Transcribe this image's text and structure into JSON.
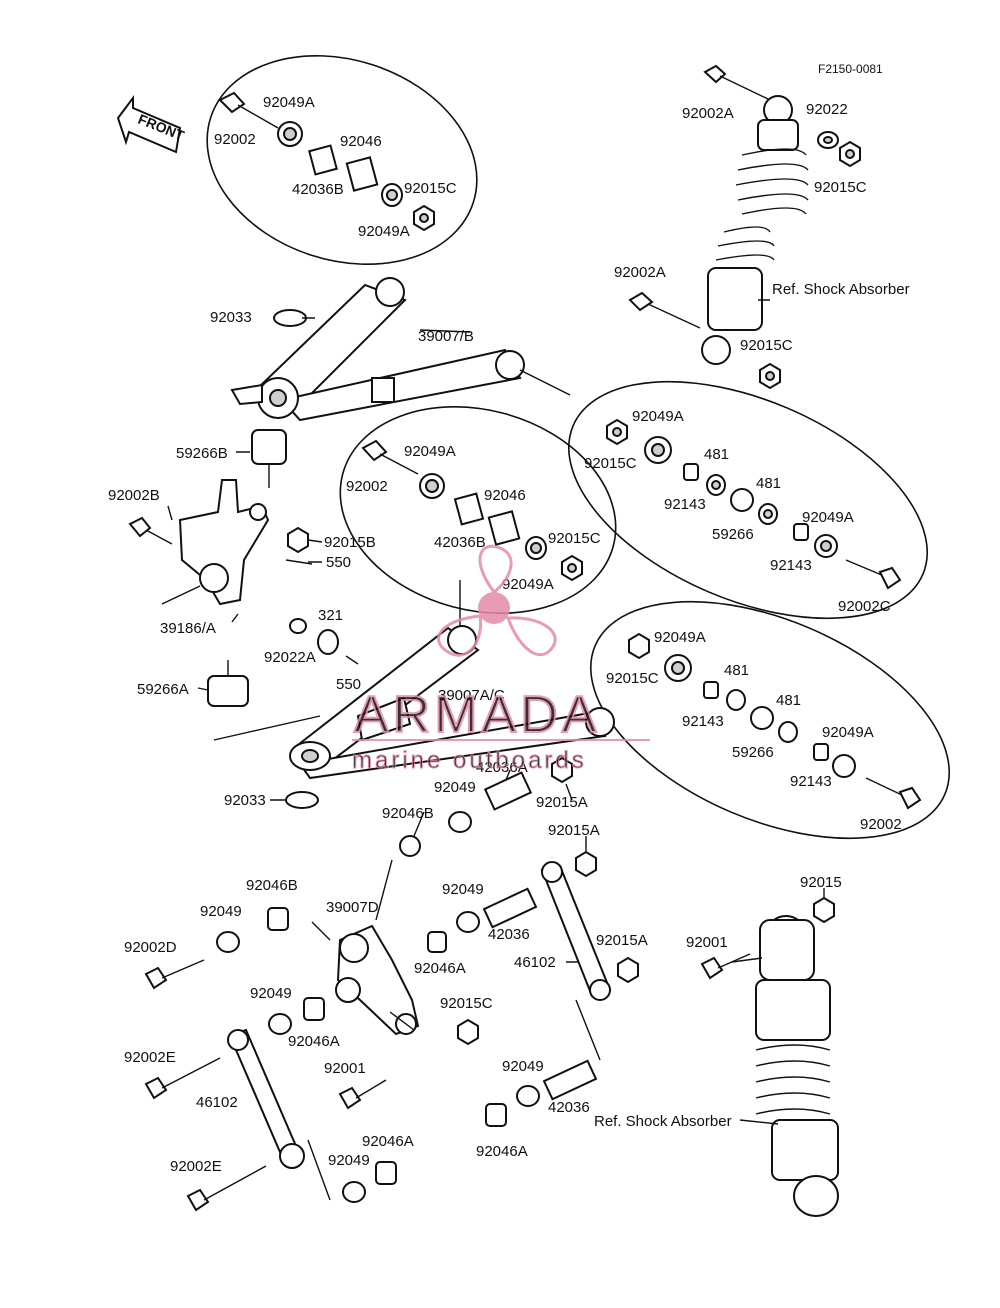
{
  "diagram_code": "F2150-0081",
  "front_arrow_text": "FRONT",
  "labels": {
    "l92049A_a": "92049A",
    "l92002_a": "92002",
    "l92046_a": "92046",
    "l42036B_a": "42036B",
    "l92015C_a": "92015C",
    "l92049A_b": "92049A",
    "l92002A_a": "92002A",
    "l92022_a": "92022",
    "l92015C_b": "92015C",
    "l92002A_b": "92002A",
    "refShock_a": "Ref. Shock Absorber",
    "l92015C_c": "92015C",
    "l92033_a": "92033",
    "l39007B": "39007/B",
    "l92049A_c": "92049A",
    "l92015C_d": "92015C",
    "l481_a": "481",
    "l92143_a": "92143",
    "l481_b": "481",
    "l59266_a": "59266",
    "l92049A_d": "92049A",
    "l92143_b": "92143",
    "l92002C": "92002C",
    "l59266B": "59266B",
    "l92002B": "92002B",
    "l92049A_e": "92049A",
    "l92002_b": "92002",
    "l92046_b": "92046",
    "l42036B_b": "42036B",
    "l92015C_e": "92015C",
    "l92049A_f": "92049A",
    "l92015B": "92015B",
    "l550_a": "550",
    "l39186A": "39186/A",
    "l321": "321",
    "l92022A": "92022A",
    "l550_b": "550",
    "l59266A": "59266A",
    "l39007AC": "39007A/C",
    "l92049A_g": "92049A",
    "l92015C_f": "92015C",
    "l481_c": "481",
    "l92143_c": "92143",
    "l481_d": "481",
    "l59266_b": "59266",
    "l92049A_h": "92049A",
    "l92143_d": "92143",
    "l92002_c": "92002",
    "l92033_b": "92033",
    "l42036A": "42036A",
    "l92049_a": "92049",
    "l92015A_a": "92015A",
    "l92046B_a": "92046B",
    "l92015A_b": "92015A",
    "l92046B_b": "92046B",
    "l39007D": "39007D",
    "l92049_b": "92049",
    "l92049_c": "92049",
    "l42036_a": "42036",
    "l92046A_a": "92046A",
    "l92015A_c": "92015A",
    "l92015_a": "92015",
    "l92002D": "92002D",
    "l46102_a": "46102",
    "l92001_a": "92001",
    "l92049_d": "92049",
    "l92046A_b": "92046A",
    "l92015C_g": "92015C",
    "l92002E_a": "92002E",
    "l92001_b": "92001",
    "l92049_e": "92049",
    "l42036_b": "42036",
    "l46102_b": "46102",
    "refShock_b": "Ref. Shock Absorber",
    "l92046A_c": "92046A",
    "l92046A_d": "92046A",
    "l92049_f": "92049",
    "l92002E_b": "92002E"
  },
  "watermark": {
    "brand": "ARMADA",
    "tagline": "marine outboards",
    "color": "#e58aa8"
  }
}
